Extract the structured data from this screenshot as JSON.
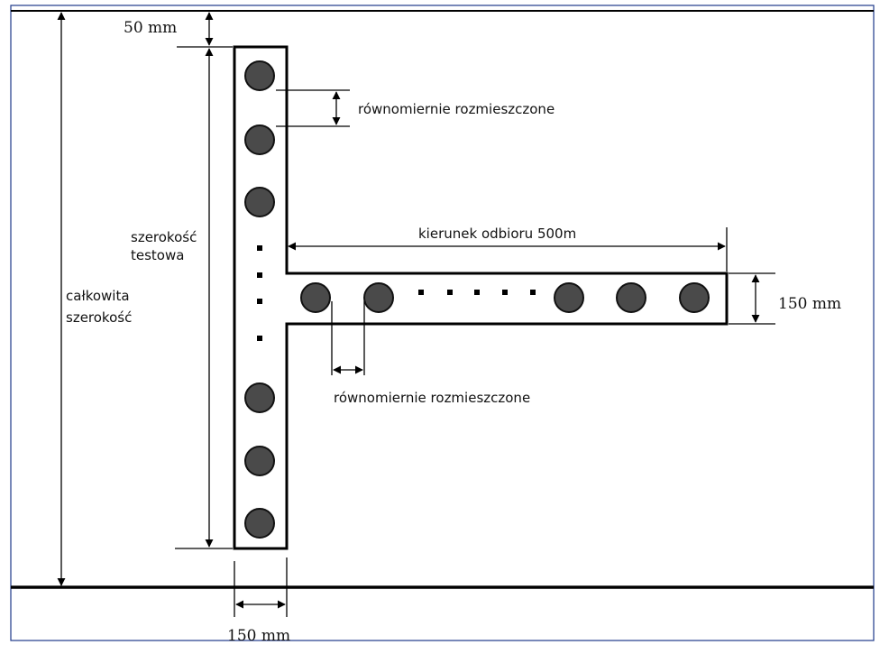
{
  "labels": {
    "top_margin": "50 mm",
    "spacing_vertical": "równomiernie rozmieszczone",
    "test_width_line1": "szerokość",
    "test_width_line2": "testowa",
    "total_width_line1": "całkowita",
    "total_width_line2": "szerokość",
    "direction": "kierunek odbioru 500m",
    "arm_width": "150 mm",
    "spacing_horizontal": "równomiernie rozmieszczone",
    "stem_width": "150 mm"
  },
  "colors": {
    "border": "#1f3a8a",
    "line": "#000000",
    "circle_fill": "#4a4a4a",
    "circle_stroke": "#111111"
  }
}
